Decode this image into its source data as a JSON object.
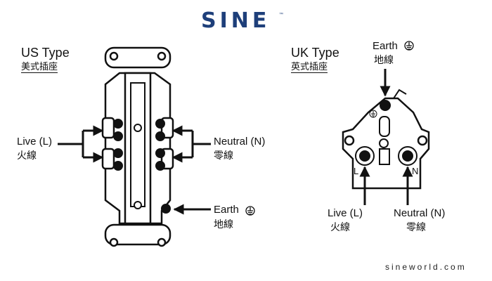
{
  "brand": {
    "logo_text": "SINE",
    "trademark": "™",
    "website": "sineworld.com"
  },
  "us": {
    "title": "US Type",
    "subtitle": "美式插座",
    "live_label": "Live (L)",
    "live_label_zh": "火線",
    "neutral_label": "Neutral (N)",
    "neutral_label_zh": "零線",
    "earth_label": "Earth",
    "earth_label_zh": "地線"
  },
  "uk": {
    "title": "UK Type",
    "subtitle": "英式插座",
    "earth_label": "Earth",
    "earth_label_zh": "地線",
    "terminal_l": "L",
    "terminal_n": "N",
    "live_label": "Live (L)",
    "live_label_zh": "火線",
    "neutral_label": "Neutral (N)",
    "neutral_label_zh": "零線"
  },
  "colors": {
    "brand": "#1e3f7a",
    "line": "#111111"
  }
}
